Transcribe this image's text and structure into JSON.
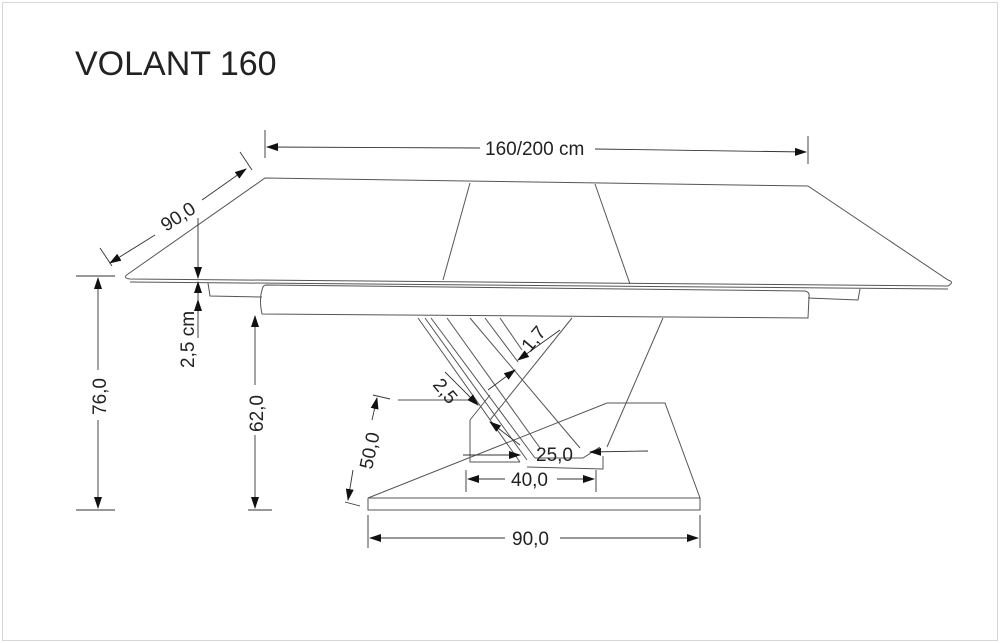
{
  "title": "VOLANT 160",
  "dimensions": {
    "length": "160/200 cm",
    "depth": "90,0",
    "top_thickness": "2,5 cm",
    "total_height": "76,0",
    "apron_height": "62,0",
    "base_depth": "50,0",
    "leg_width_1": "1,7",
    "leg_width_2": "2,5",
    "leg_base_inner": "25,0",
    "leg_base_outer": "40,0",
    "base_width": "90,0"
  }
}
